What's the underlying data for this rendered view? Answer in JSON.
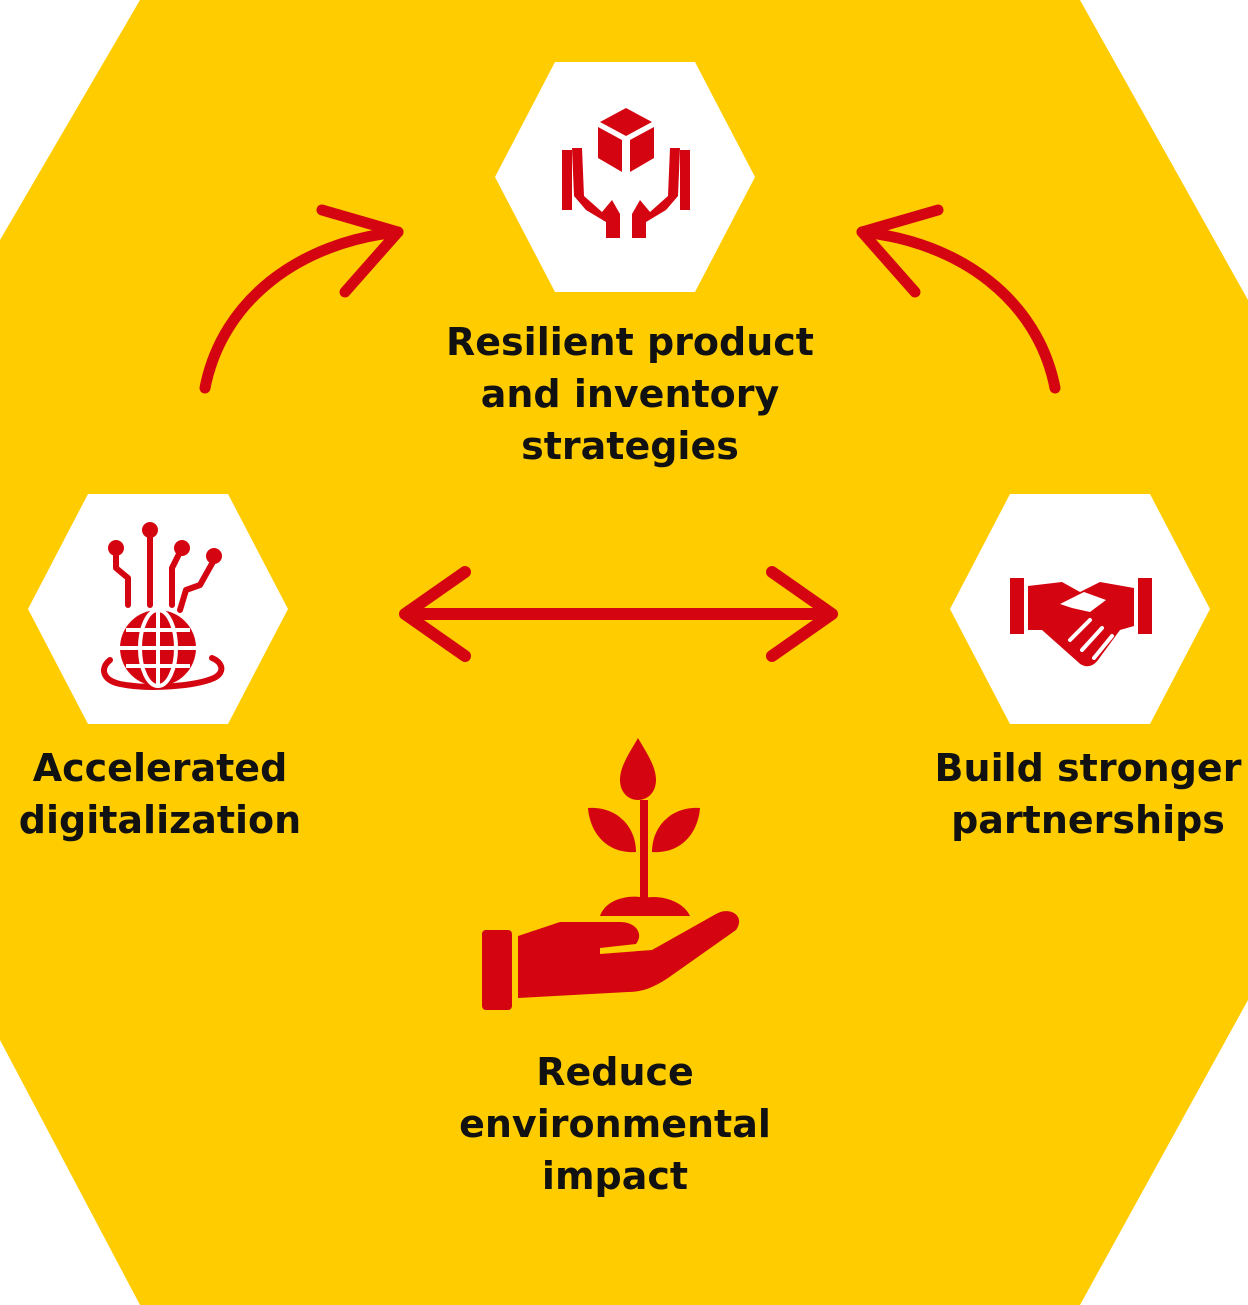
{
  "colors": {
    "background": "#FFCC00",
    "accent": "#D40511",
    "hexagon_fill": "#FFFFFF",
    "text": "#111111"
  },
  "nodes": {
    "resilient": {
      "icon": "hands-holding-box-icon",
      "lines": [
        "Resilient product",
        "and inventory",
        "strategies"
      ]
    },
    "digitalization": {
      "icon": "circuit-globe-icon",
      "lines": [
        "Accelerated",
        "digitalization"
      ]
    },
    "partnerships": {
      "icon": "handshake-icon",
      "lines": [
        "Build stronger",
        "partnerships"
      ]
    },
    "environment": {
      "icon": "hand-holding-plant-icon",
      "lines": [
        "Reduce",
        "environmental",
        "impact"
      ]
    }
  },
  "connectors": [
    {
      "from": "digitalization",
      "to": "resilient",
      "style": "curved-arrow"
    },
    {
      "from": "partnerships",
      "to": "resilient",
      "style": "curved-arrow"
    },
    {
      "from": "digitalization",
      "to": "partnerships",
      "style": "double-arrow"
    }
  ]
}
